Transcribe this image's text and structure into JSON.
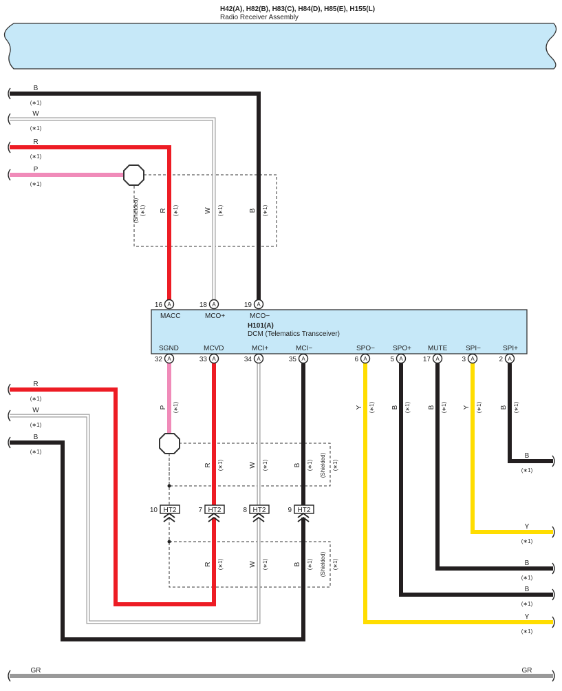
{
  "radio": {
    "connectors": "H42(A), H82(B), H83(C), H84(D), H85(E), H155(L)",
    "name": "Radio Receiver Assembly"
  },
  "dcm": {
    "connector": "H101(A)",
    "name": "DCM (Telematics Transceiver)",
    "top_pins": [
      {
        "num": "16",
        "letter": "A",
        "label": "MACC"
      },
      {
        "num": "18",
        "letter": "A",
        "label": "MCO+"
      },
      {
        "num": "19",
        "letter": "A",
        "label": "MCO−"
      }
    ],
    "bottom_pins": [
      {
        "num": "32",
        "letter": "A",
        "label": "SGND"
      },
      {
        "num": "33",
        "letter": "A",
        "label": "MCVD"
      },
      {
        "num": "34",
        "letter": "A",
        "label": "MCI+"
      },
      {
        "num": "35",
        "letter": "A",
        "label": "MCI−"
      },
      {
        "num": "6",
        "letter": "A",
        "label": "SPO−"
      },
      {
        "num": "5",
        "letter": "A",
        "label": "SPO+"
      },
      {
        "num": "17",
        "letter": "A",
        "label": "MUTE"
      },
      {
        "num": "3",
        "letter": "A",
        "label": "SPI−"
      },
      {
        "num": "2",
        "letter": "A",
        "label": "SPI+"
      }
    ]
  },
  "junction": {
    "label": "HT2",
    "pins": [
      "10",
      "7",
      "8",
      "9"
    ]
  },
  "note": "(∗1)",
  "shielded": "(Shielded)",
  "colors": {
    "B": "#231f20",
    "W": "#9a9a9a",
    "R": "#ed1c24",
    "P": "#f08bb9",
    "Y": "#ffdd00",
    "GR": "#999999",
    "radio_fill": "#c6e8f8",
    "dcm_fill": "#c6e8f8"
  },
  "wire_codes": {
    "B": "B",
    "W": "W",
    "R": "R",
    "P": "P",
    "Y": "Y",
    "GR": "GR"
  }
}
